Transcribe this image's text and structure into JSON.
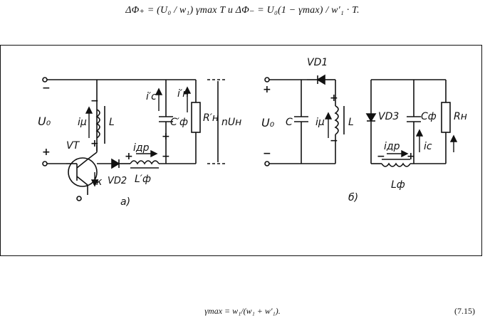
{
  "formula_top": "ΔΦ₊ = (U₀ / w₁) γmax T  и  ΔΦ₋ = U₀(1 − γmax) / w′₁ · T.",
  "formula_bottom": "γmax = w₁/(w₁ + w′₁).",
  "equation_number": "(7.15)",
  "figure": {
    "panel_a": {
      "caption": "а)",
      "labels": {
        "source": "U₀",
        "transistor": "VT",
        "collector_current": "iк",
        "diode": "VD2",
        "magnetizing_current": "iμ",
        "transformer_winding": "L",
        "choke_current": "iдр",
        "choke": "L′ф",
        "cap_current": "i′c",
        "capacitor": "C′ф",
        "load_current": "i′н",
        "load": "R′н",
        "output_voltage": "nUн"
      },
      "signs": {
        "top_minus": "−",
        "bottom_plus": "+",
        "winding_minus": "−",
        "winding_plus": "+",
        "choke_plus": "+",
        "choke_minus": "−",
        "cap_plus": "+"
      }
    },
    "panel_b": {
      "caption": "б)",
      "labels": {
        "diode_top": "VD1",
        "source": "U₀",
        "capacitor": "C",
        "magnetizing_current": "iμ",
        "winding": "L",
        "diode_free": "VD3",
        "filter_capacitor": "Cф",
        "load": "Rн",
        "choke_current": "iдр",
        "cap_current": "ic",
        "choke": "Lф"
      },
      "signs": {
        "top_plus": "+",
        "bottom_minus": "−",
        "winding_plus": "+",
        "winding_minus": "−",
        "choke_minus": "−",
        "choke_plus": "+"
      }
    }
  }
}
